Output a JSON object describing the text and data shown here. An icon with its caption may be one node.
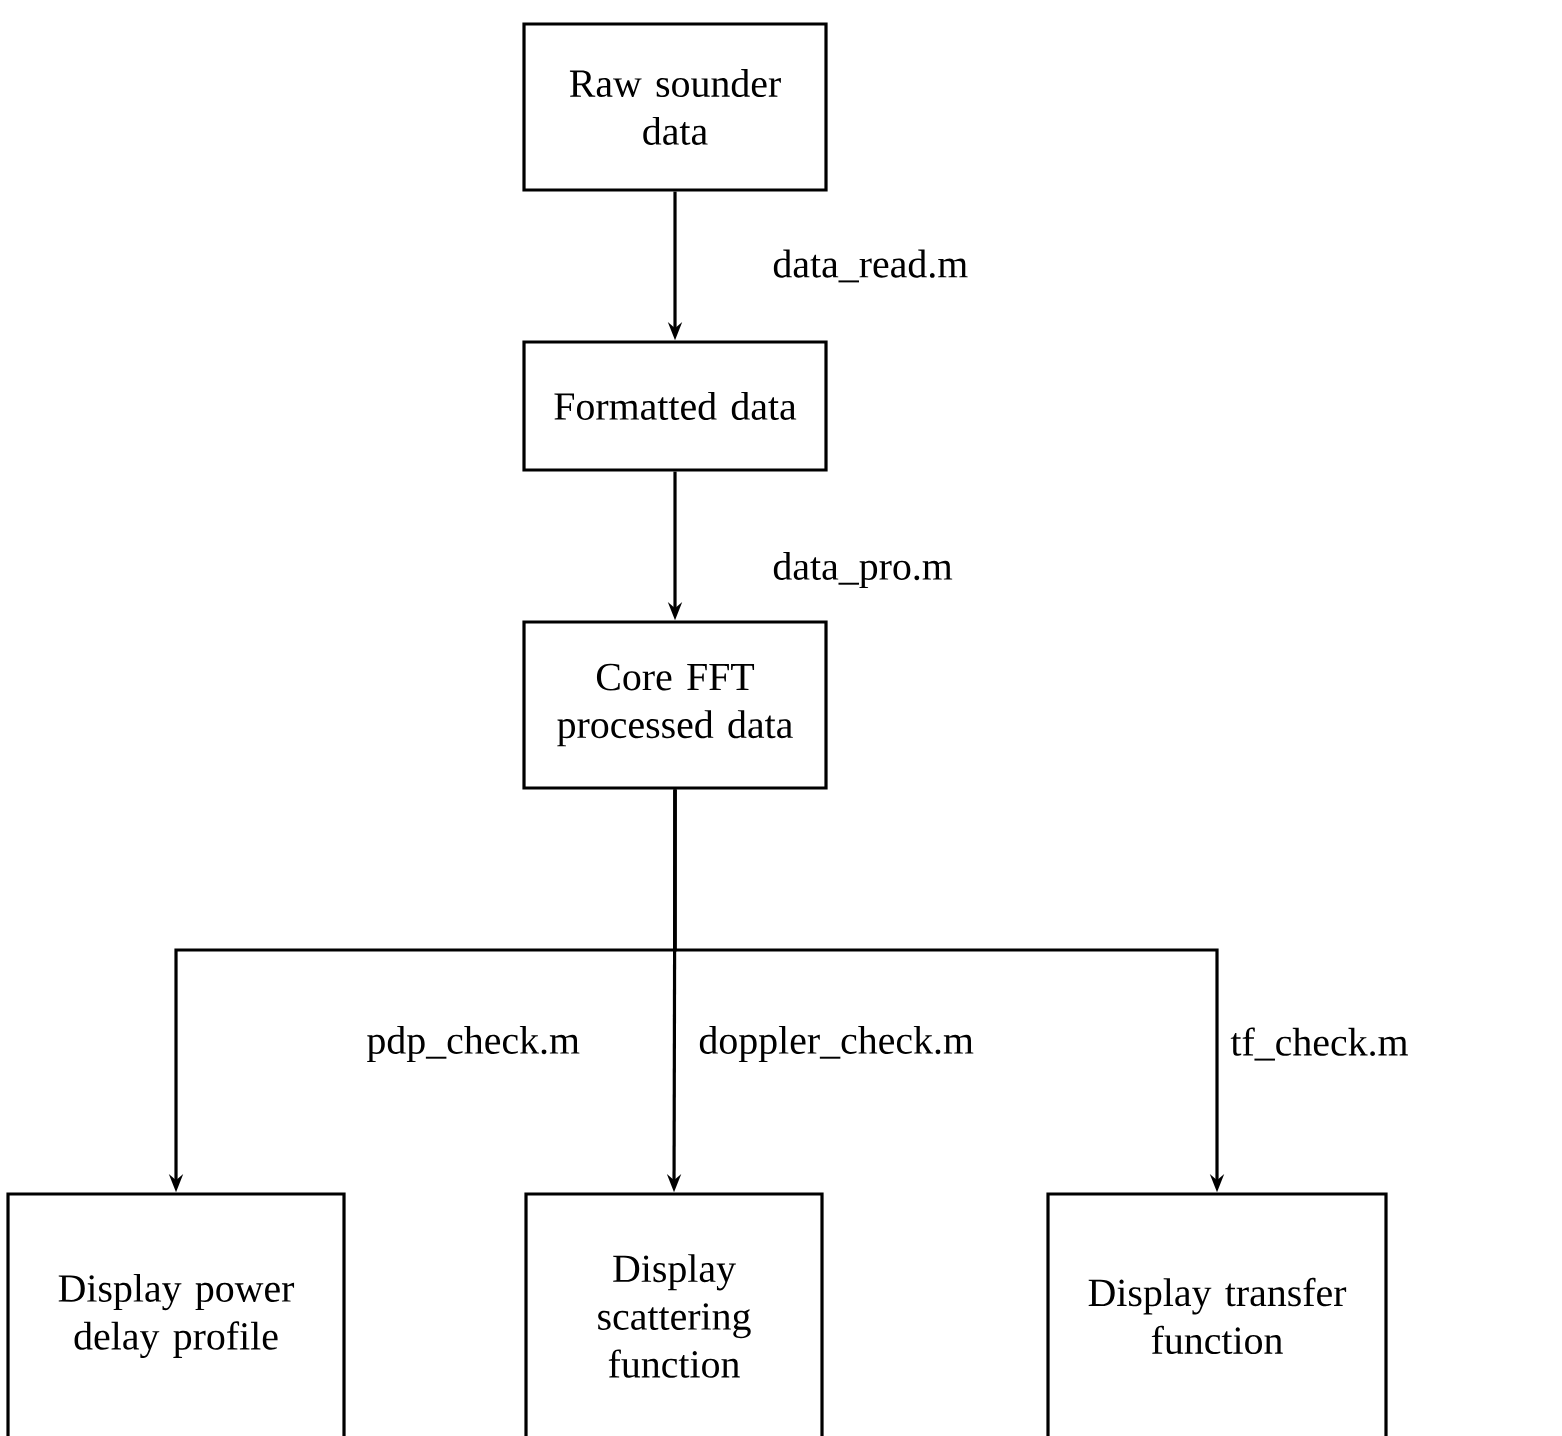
{
  "diagram": {
    "nodes": [
      {
        "text": [
          "Raw sounder data"
        ]
      },
      {
        "text": [
          "Formatted data"
        ]
      },
      {
        "text": [
          "Core FFT processed data"
        ]
      },
      {
        "text": [
          "Display power delay profile"
        ]
      },
      {
        "text": [
          "Display scattering function"
        ]
      },
      {
        "text": [
          "Display transfer function"
        ]
      }
    ],
    "edges": [
      {
        "from": 0,
        "to": 1,
        "arrow": "to",
        "label": "data_read.m"
      },
      {
        "from": 1,
        "to": 2,
        "arrow": "to",
        "label": "data_pro.m"
      },
      {
        "from": 2,
        "to": 3,
        "arrow": "to",
        "label": "pdp_check.m"
      },
      {
        "from": 2,
        "to": 4,
        "arrow": "to",
        "label": "doppler_check.m"
      },
      {
        "from": 2,
        "to": 5,
        "arrow": "to",
        "label": "tf_check.m"
      }
    ]
  }
}
